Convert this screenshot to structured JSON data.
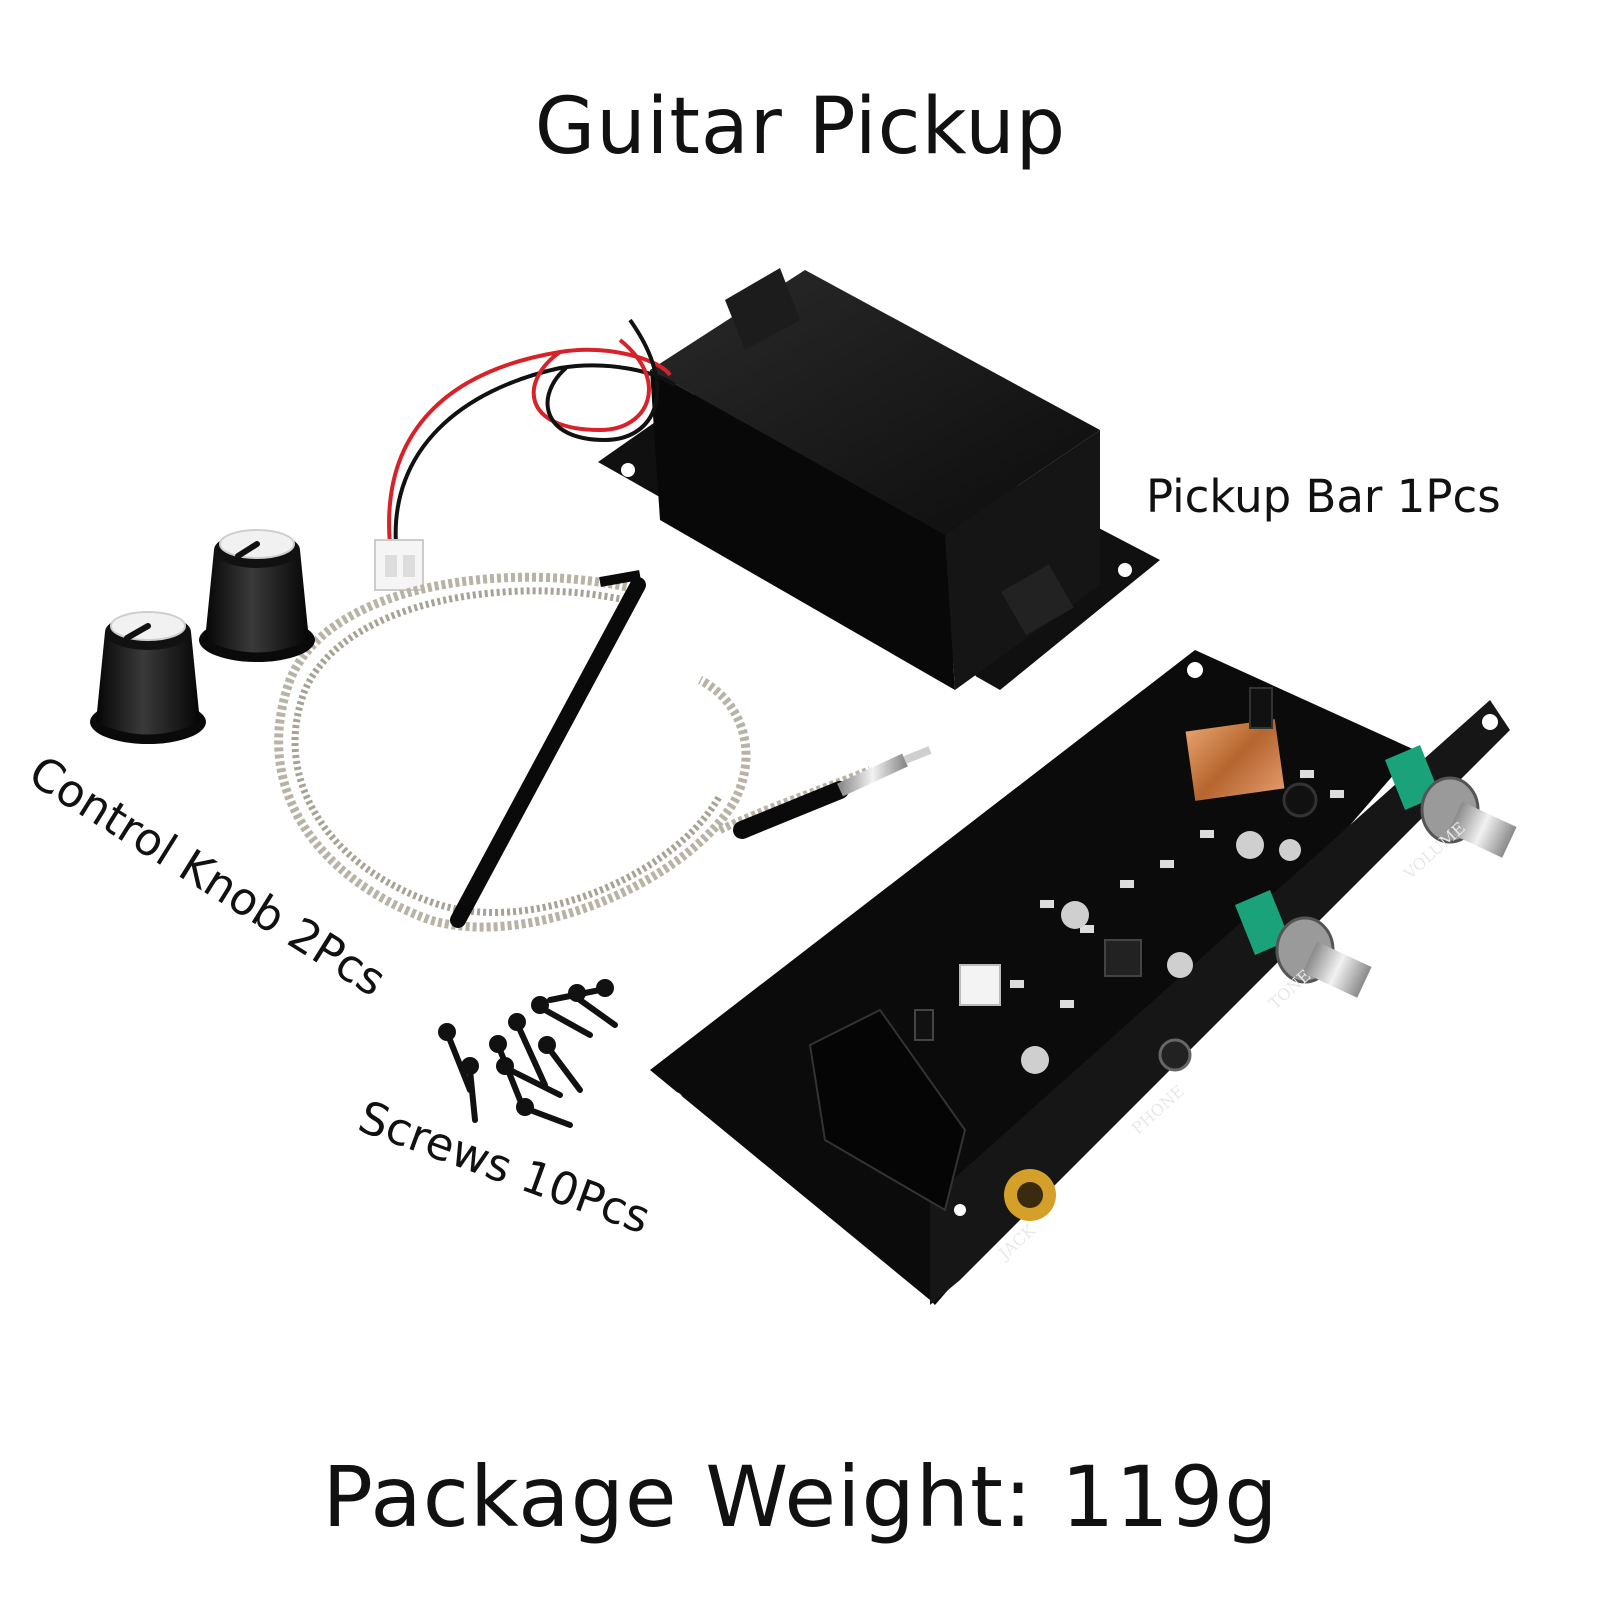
{
  "title": "Guitar Pickup",
  "labels": {
    "pickup_bar": "Pickup Bar 1Pcs",
    "control_knob": "Control Knob 2Pcs",
    "screws": "Screws 10Pcs"
  },
  "package_weight": "Package Weight: 119g",
  "panel_markings": {
    "volume": "VOLUME",
    "tone": "TONE",
    "phone": "PHONE",
    "jack": "JACK"
  },
  "colors": {
    "background": "#ffffff",
    "plastic": "#0b0b0b",
    "wire_red": "#d8222a",
    "potentiometer_green": "#1aa37a",
    "copper": "#c8783c",
    "jack_gold": "#d4a02a"
  }
}
